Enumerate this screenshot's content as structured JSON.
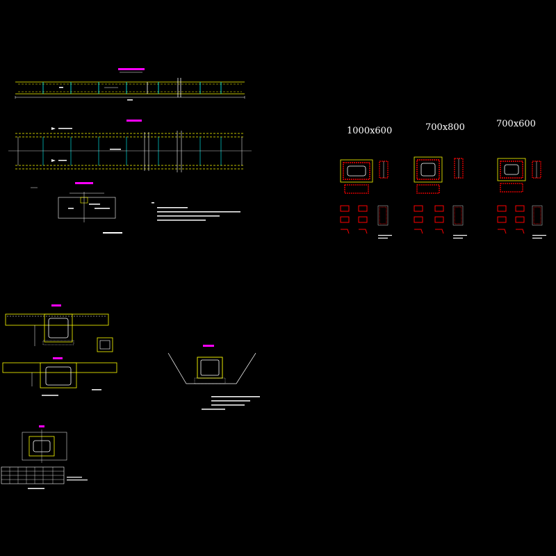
{
  "section_labels": [
    "1000x600",
    "700x800",
    "700x600"
  ],
  "colors": {
    "background": "#000000",
    "yellow": "#ffff00",
    "cyan": "#00ffff",
    "red": "#ff0000",
    "magenta": "#ff00ff",
    "white": "#ffffff",
    "green": "#00ff00"
  }
}
